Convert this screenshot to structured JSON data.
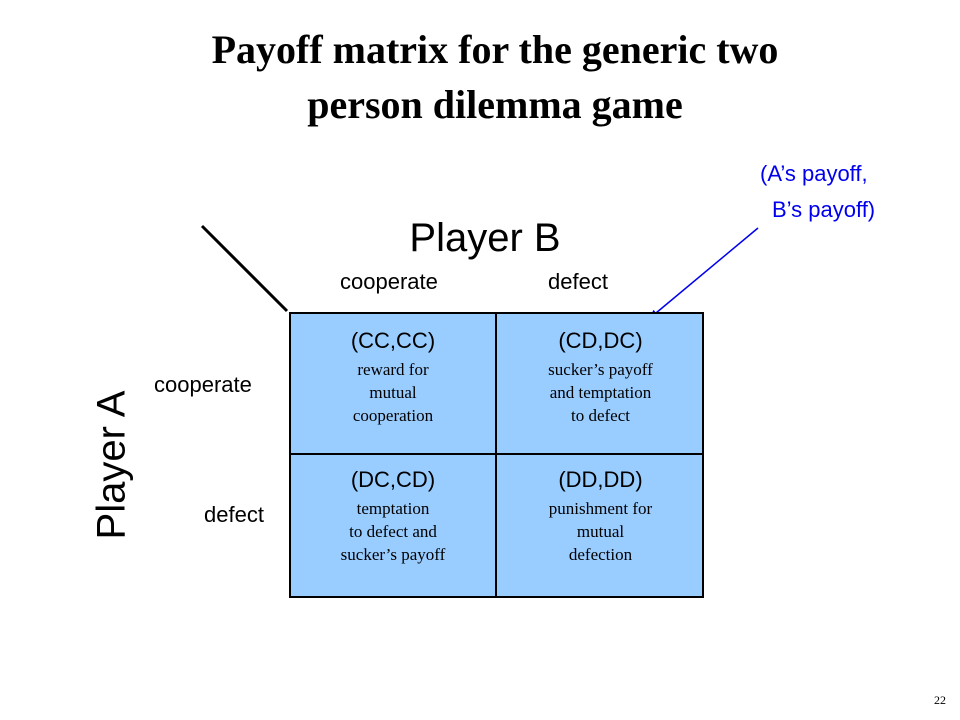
{
  "title": {
    "line1": "Payoff matrix for the generic two",
    "line2": "person dilemma game"
  },
  "annotation": {
    "line1": "(A’s payoff,",
    "line2": "B’s payoff)",
    "color": "#0000ee"
  },
  "player_b": "Player B",
  "player_a": "Player A",
  "columns": [
    "cooperate",
    "defect"
  ],
  "rows": [
    "cooperate",
    "defect"
  ],
  "cells": [
    {
      "pair": "(CC,CC)",
      "desc": [
        "reward for",
        "mutual",
        "cooperation"
      ]
    },
    {
      "pair": "(CD,DC)",
      "desc": [
        "sucker’s payoff",
        "and temptation",
        "to defect"
      ]
    },
    {
      "pair": "(DC,CD)",
      "desc": [
        "temptation",
        "to defect and",
        "sucker’s payoff"
      ]
    },
    {
      "pair": "(DD,DD)",
      "desc": [
        "punishment for",
        "mutual",
        "defection"
      ]
    }
  ],
  "cell_color": "#99ccff",
  "page_number": "22"
}
